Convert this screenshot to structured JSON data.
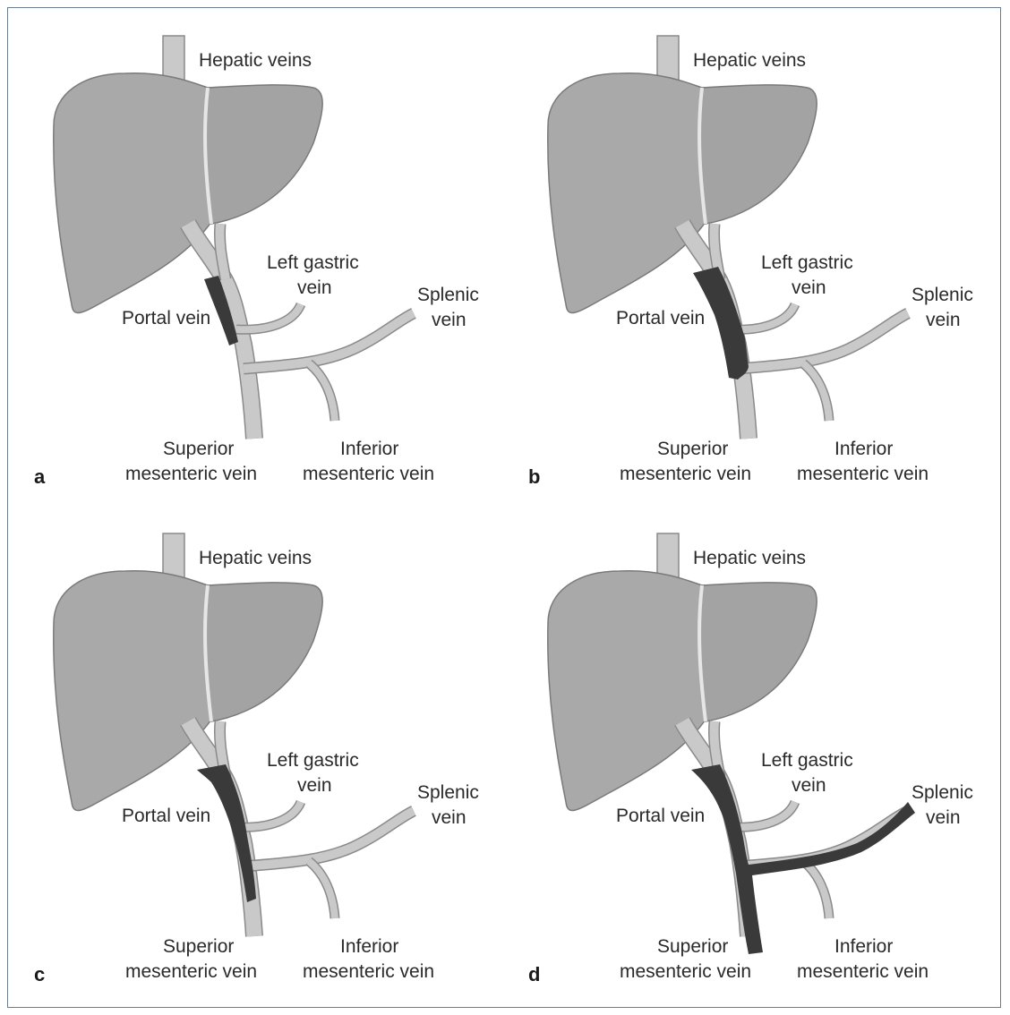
{
  "figure": {
    "panels": [
      {
        "letter": "a",
        "labels": {
          "hepatic_veins": "Hepatic veins",
          "left_gastric_1": "Left gastric",
          "left_gastric_2": "vein",
          "splenic_1": "Splenic",
          "splenic_2": "vein",
          "portal_vein": "Portal vein",
          "superior_1": "Superior",
          "superior_2": "mesenteric vein",
          "inferior_1": "Inferior",
          "inferior_2": "mesenteric vein"
        }
      },
      {
        "letter": "b",
        "labels": {
          "hepatic_veins": "Hepatic veins",
          "left_gastric_1": "Left gastric",
          "left_gastric_2": "vein",
          "splenic_1": "Splenic",
          "splenic_2": "vein",
          "portal_vein": "Portal vein",
          "superior_1": "Superior",
          "superior_2": "mesenteric vein",
          "inferior_1": "Inferior",
          "inferior_2": "mesenteric vein"
        }
      },
      {
        "letter": "c",
        "labels": {
          "hepatic_veins": "Hepatic veins",
          "left_gastric_1": "Left gastric",
          "left_gastric_2": "vein",
          "splenic_1": "Splenic",
          "splenic_2": "vein",
          "portal_vein": "Portal vein",
          "superior_1": "Superior",
          "superior_2": "mesenteric vein",
          "inferior_1": "Inferior",
          "inferior_2": "mesenteric vein"
        }
      },
      {
        "letter": "d",
        "labels": {
          "hepatic_veins": "Hepatic veins",
          "left_gastric_1": "Left gastric",
          "left_gastric_2": "vein",
          "splenic_1": "Splenic",
          "splenic_2": "vein",
          "portal_vein": "Portal vein",
          "superior_1": "Superior",
          "superior_2": "mesenteric vein",
          "inferior_1": "Inferior",
          "inferior_2": "mesenteric vein"
        }
      }
    ],
    "colors": {
      "liver": "#a9a9a9",
      "liver_outline": "#7a7a7a",
      "vein": "#c9c9c9",
      "vein_outline": "#8a8a8a",
      "thrombus": "#3a3a3a",
      "frame": "#6b7f93"
    }
  }
}
